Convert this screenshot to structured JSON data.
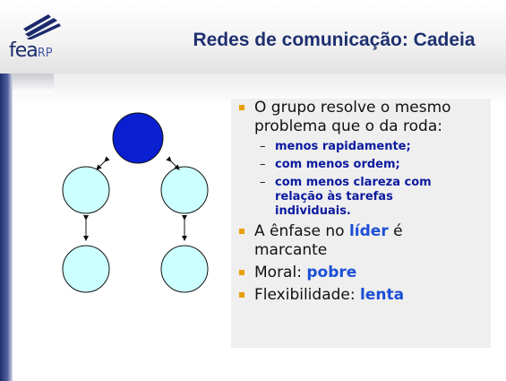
{
  "logo": {
    "main": "fea",
    "suffix": "RP"
  },
  "slide": {
    "title": "Redes de comunicação: Cadeia"
  },
  "bullets": [
    {
      "text": "O grupo resolve o mesmo problema que o da roda:"
    },
    {
      "pre": "A ênfase no ",
      "highlight": "líder",
      "post": " é marcante"
    },
    {
      "pre": "Moral: ",
      "highlight": "pobre"
    },
    {
      "pre": "Flexibilidade: ",
      "highlight": "lenta"
    }
  ],
  "sub_bullets": [
    "menos rapidamente;",
    "com menos ordem;",
    "com menos clareza com relação às tarefas individuais."
  ],
  "colors": {
    "title": "#1f3070",
    "node_leader": "#0a1fd0",
    "node_member": "#ccffff",
    "bullet": "#e8a000",
    "highlight": "#1c4fd6",
    "sub_text": "#0c1a9e"
  }
}
